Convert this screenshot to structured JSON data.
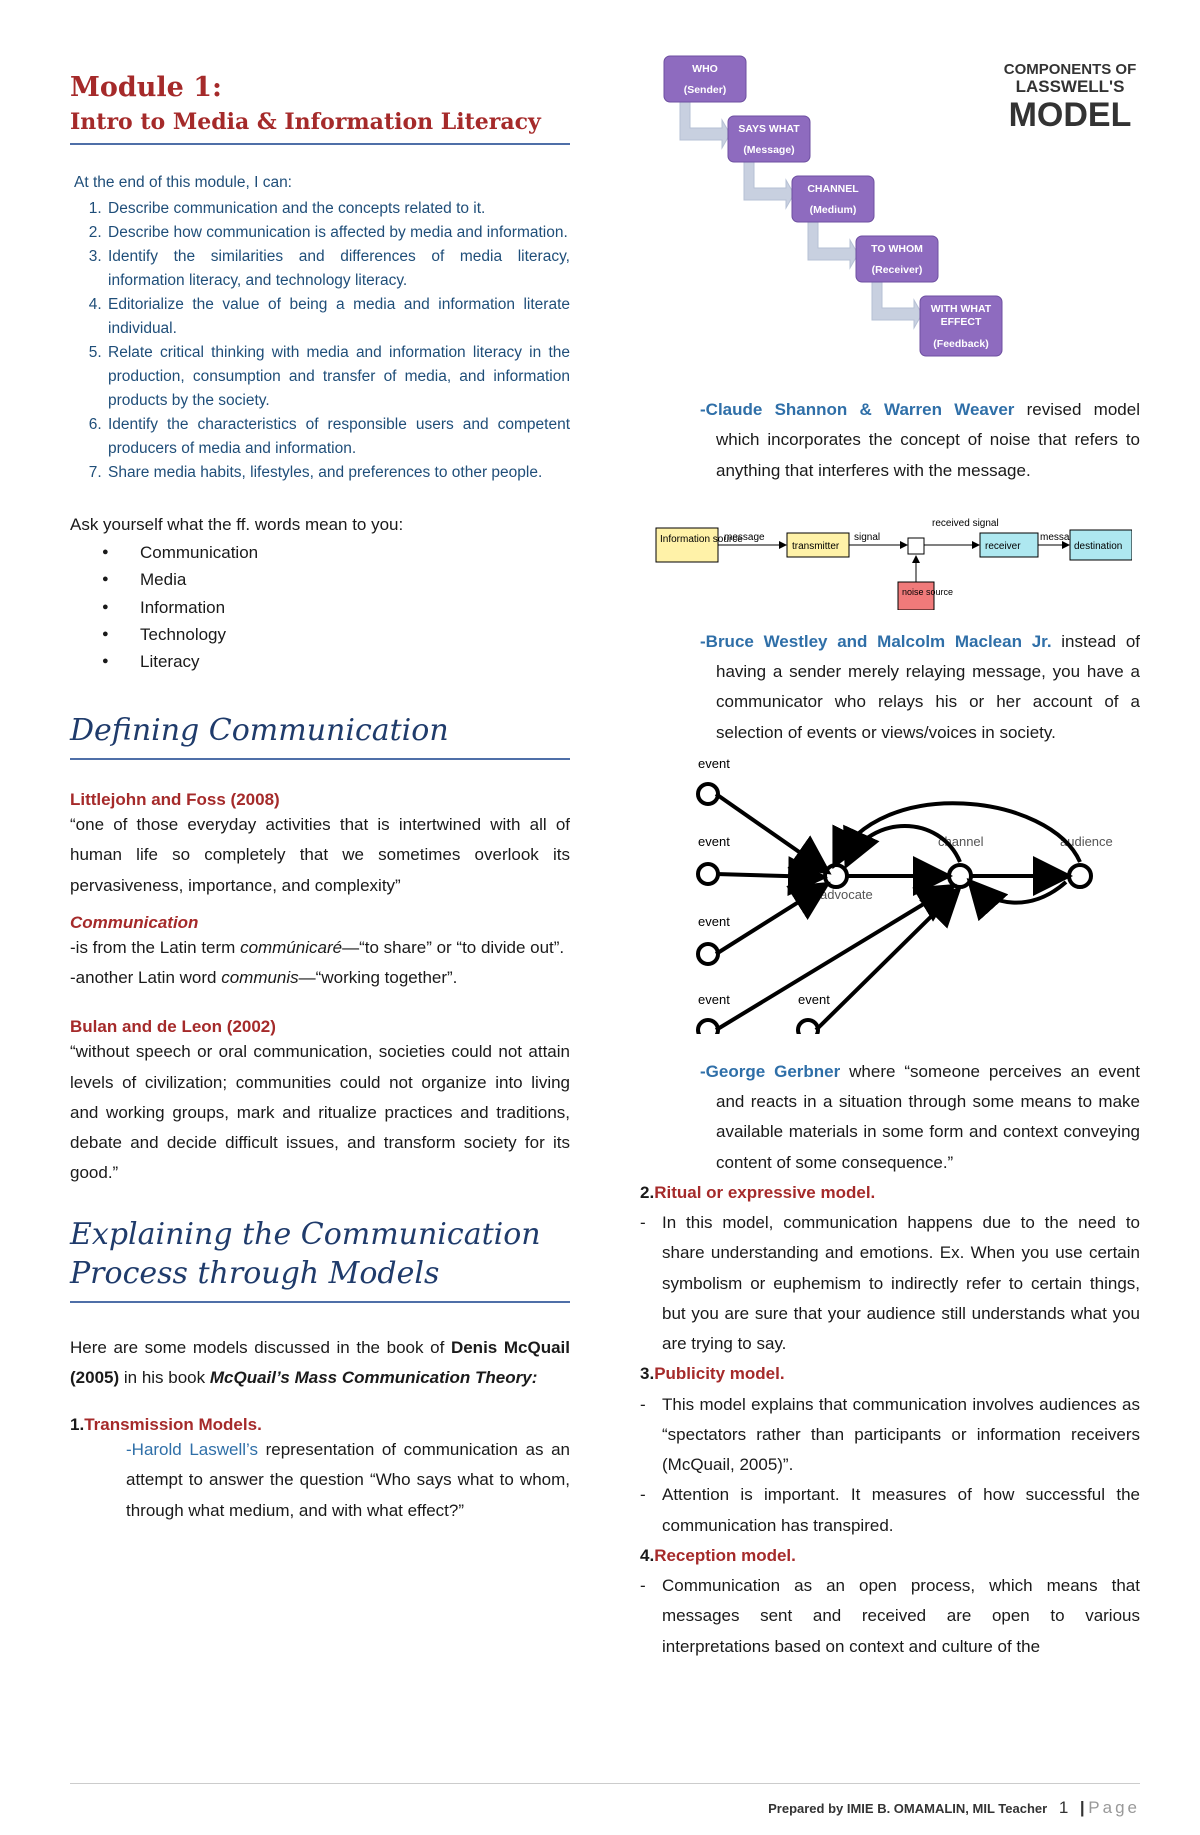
{
  "module": {
    "title": "Module 1:",
    "subtitle": "Intro to Media & Information Literacy"
  },
  "objectives": {
    "lead": "At the end of this module, I can:",
    "items": [
      "Describe communication and the concepts related to it.",
      "Describe how communication is affected by media and information.",
      "Identify the similarities and differences of media literacy, information literacy, and technology literacy.",
      "Editorialize the value of being a media and information literate individual.",
      "Relate critical thinking with media and information literacy in the production, consumption and transfer of media, and information products by the society.",
      "Identify the characteristics of responsible users and competent producers of media and information.",
      "Share media habits, lifestyles, and preferences to other people."
    ]
  },
  "ask": {
    "text": "Ask yourself what the ff. words mean to you:",
    "words": [
      "Communication",
      "Media",
      "Information",
      "Technology",
      "Literacy"
    ]
  },
  "defining": {
    "heading": "Defining Communication",
    "littlejohn_label": "Littlejohn and Foss (2008)",
    "littlejohn_quote": "“one of those everyday activities that is intertwined with all of human life so completely that we sometimes overlook its pervasiveness, importance, and complexity”",
    "comm_label": "Communication",
    "latin1_pre": "-is from the Latin term ",
    "latin1_term": "commúnicaré",
    "latin1_post": "—“to share” or “to divide out”.",
    "latin2_pre": "-another Latin word ",
    "latin2_term": "communis",
    "latin2_post": "—“working together”.",
    "bulan_label": "Bulan and de Leon (2002)",
    "bulan_quote": "“without speech or oral communication, societies could not attain levels of civilization; communities could not organize into living and working groups, mark and ritualize practices and traditions, debate and decide difficult issues, and transform society for its good.”"
  },
  "explaining": {
    "heading_line1": "Explaining the Communication",
    "heading_line2": "Process through Models",
    "intro_pre": "Here are some models discussed in the book of ",
    "intro_author": "Denis McQuail (2005)",
    "intro_mid": " in his book ",
    "intro_book": "McQuail’s Mass Communication Theory:",
    "item1_num": "1.",
    "item1_label": "Transmission Models.",
    "laswell_name": "-Harold Laswell’s",
    "laswell_text": " representation of communication as an attempt to answer the question “Who says what to whom, through what medium, and with what effect?”"
  },
  "lasswell_diagram": {
    "title_line1": "COMPONENTS OF",
    "title_line2": "LASSWELL'S",
    "title_line3": "MODEL",
    "boxes": [
      {
        "label": "WHO",
        "sub": "(Sender)"
      },
      {
        "label": "SAYS WHAT",
        "sub": "(Message)"
      },
      {
        "label": "CHANNEL",
        "sub": "(Medium)"
      },
      {
        "label": "TO WHOM",
        "sub": "(Receiver)"
      },
      {
        "label": "WITH WHAT EFFECT",
        "sub": "(Feedback)"
      }
    ]
  },
  "shannon": {
    "name": "-Claude Shannon & Warren Weaver",
    "text": " revised model which incorporates the concept of noise that refers to anything that interferes with the message."
  },
  "shannon_diagram": {
    "info_source": "Information source",
    "message1": "message",
    "transmitter": "transmitter",
    "signal": "signal",
    "received_signal": "received signal",
    "receiver": "receiver",
    "message2": "message",
    "destination": "destination",
    "noise": "noise source"
  },
  "westley": {
    "name": "-Bruce Westley and Malcolm Maclean Jr.",
    "text": " instead of having a sender merely relaying message, you have a communicator who relays his or her account of a selection of events or views/voices in society."
  },
  "westley_diagram": {
    "event": "event",
    "channel": "channel",
    "audience": "audience",
    "advocate": "advocate"
  },
  "gerbner": {
    "name": "-George Gerbner",
    "text": " where “someone perceives an event and reacts in a situation through some means to make available materials in some form and context conveying content of some consequence.”"
  },
  "models": [
    {
      "num": "2.",
      "label": "Ritual or expressive model.",
      "points": [
        "In this model, communication happens due to the need to share understanding and emotions. Ex. When you use certain symbolism or euphemism to indirectly refer to certain things, but you are sure that your audience still understands what you are trying to say."
      ]
    },
    {
      "num": "3.",
      "label": "Publicity model.",
      "points": [
        "This model explains that communication involves audiences as “spectators rather than participants or information receivers (McQuail, 2005)”.",
        "Attention is important. It measures of how successful the communication has transpired."
      ]
    },
    {
      "num": "4.",
      "label": "Reception model.",
      "points": [
        "Communication as an open process, which means that messages sent and received are open to various interpretations based on context and culture of the"
      ]
    }
  ],
  "footer": {
    "prepared": "Prepared by IMIE B. OMAMALIN, MIL Teacher",
    "page": "1",
    "sep": "|",
    "page_word": "Page"
  },
  "colors": {
    "accent_red": "#a52a2a",
    "accent_blue": "#2f6fa8",
    "rule_blue": "#4f6fa8",
    "lasswell_box": "#8e6bbf"
  }
}
